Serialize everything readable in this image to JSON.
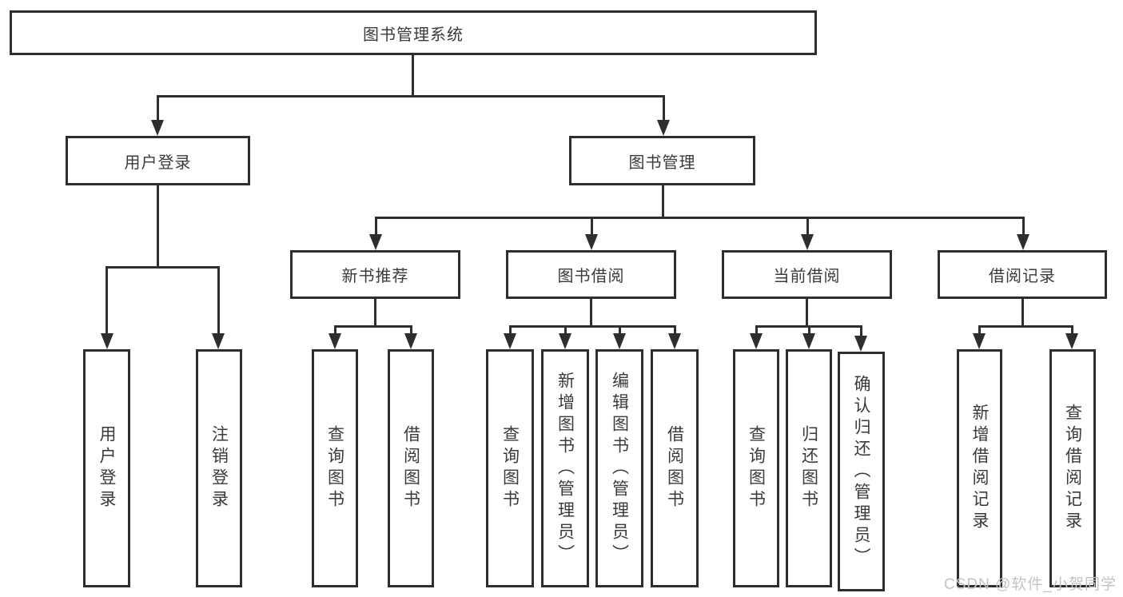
{
  "diagram": {
    "background": "#ffffff",
    "line_color": "#2e2e2e",
    "text_color": "#3a3a3a",
    "watermark": {
      "text": "CSDN @软件_小贺同学",
      "color": "#c3c3c3"
    },
    "tree": {
      "label": "图书管理系统",
      "children": [
        {
          "label": "用户登录",
          "children": [
            {
              "label": "用户登录"
            },
            {
              "label": "注销登录"
            }
          ]
        },
        {
          "label": "图书管理",
          "children": [
            {
              "label": "新书推荐",
              "children": [
                {
                  "label": "查询图书"
                },
                {
                  "label": "借阅图书"
                }
              ]
            },
            {
              "label": "图书借阅",
              "children": [
                {
                  "label": "查询图书"
                },
                {
                  "label": "新增图书（管理员）"
                },
                {
                  "label": "编辑图书（管理员）"
                },
                {
                  "label": "借阅图书"
                }
              ]
            },
            {
              "label": "当前借阅",
              "children": [
                {
                  "label": "查询图书"
                },
                {
                  "label": "归还图书"
                },
                {
                  "label": "确认归还（管理员）"
                }
              ]
            },
            {
              "label": "借阅记录",
              "children": [
                {
                  "label": "新增借阅记录"
                },
                {
                  "label": "查询借阅记录"
                }
              ]
            }
          ]
        }
      ]
    }
  }
}
